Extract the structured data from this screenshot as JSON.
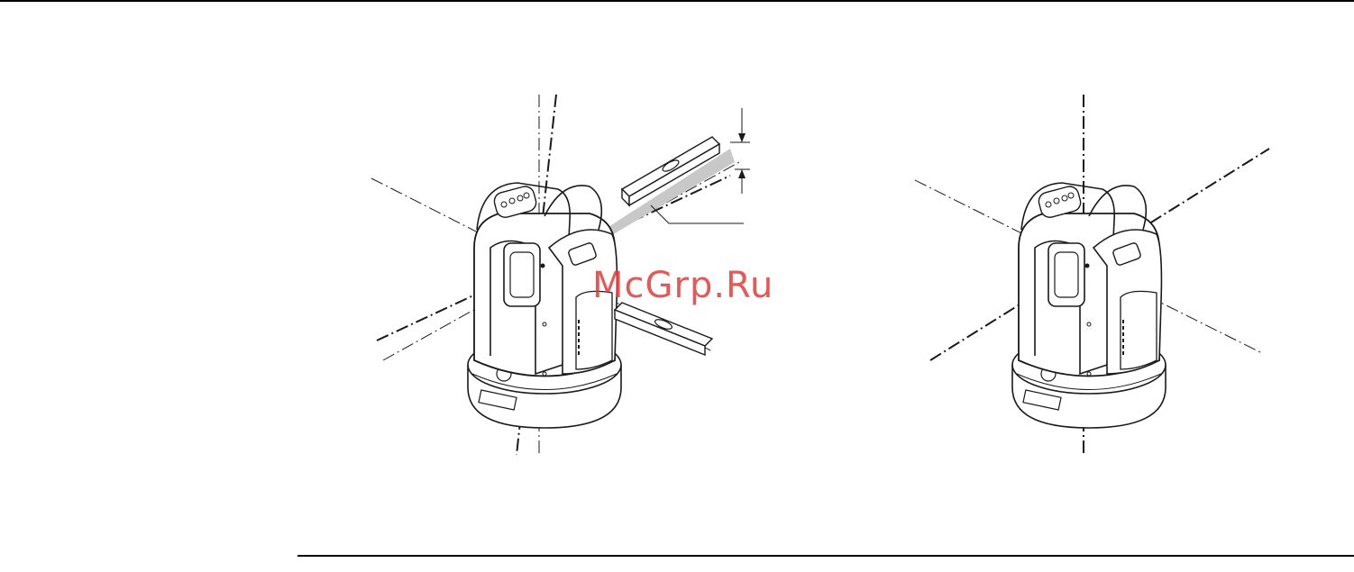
{
  "watermark": {
    "text": "McGrp.Ru"
  },
  "figures": [
    {
      "id": "instrument-with-tilt-error",
      "description_visible": ""
    },
    {
      "id": "instrument-leveled",
      "description_visible": ""
    }
  ],
  "colors": {
    "line": "#1a1a1a",
    "watermark": "#e23c3c",
    "shade": "#c8c8c8"
  }
}
